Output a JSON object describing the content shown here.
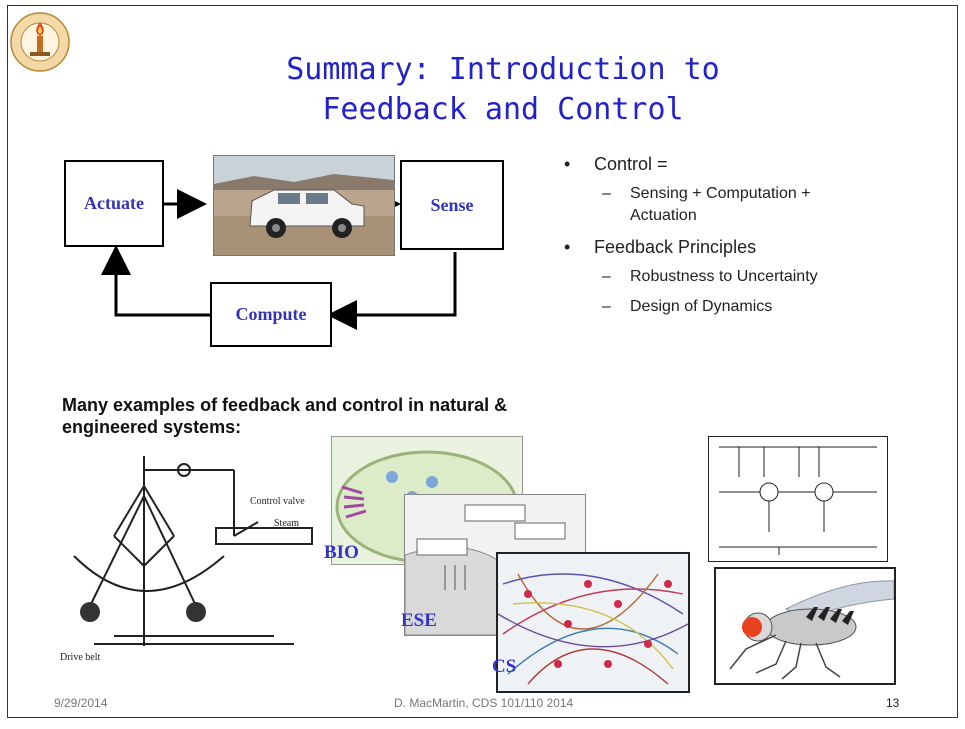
{
  "slide": {
    "title_line1": "Summary: Introduction to",
    "title_line2": "Feedback and Control"
  },
  "diagram": {
    "actuate": "Actuate",
    "sense": "Sense",
    "compute": "Compute"
  },
  "bullets": {
    "control": "Control =",
    "control_sub": "Sensing + Computation + Actuation",
    "feedback": "Feedback Principles",
    "feedback_sub1": "Robustness to Uncertainty",
    "feedback_sub2": "Design of Dynamics",
    "dash": "–"
  },
  "examples_text": "Many examples of feedback and control in natural & engineered systems:",
  "governor": {
    "control_valve": "Control valve",
    "steam": "Steam",
    "drive_belt": "Drive belt"
  },
  "labels": {
    "bio": "BIO",
    "ese": "ESE",
    "cs": "CS"
  },
  "footer": {
    "date": "9/29/2014",
    "author": "D. MacMartin, CDS 101/110 2014",
    "page": "13"
  },
  "colors": {
    "title": "#2222cc",
    "box_text": "#3333bb",
    "label": "#3333cc"
  }
}
